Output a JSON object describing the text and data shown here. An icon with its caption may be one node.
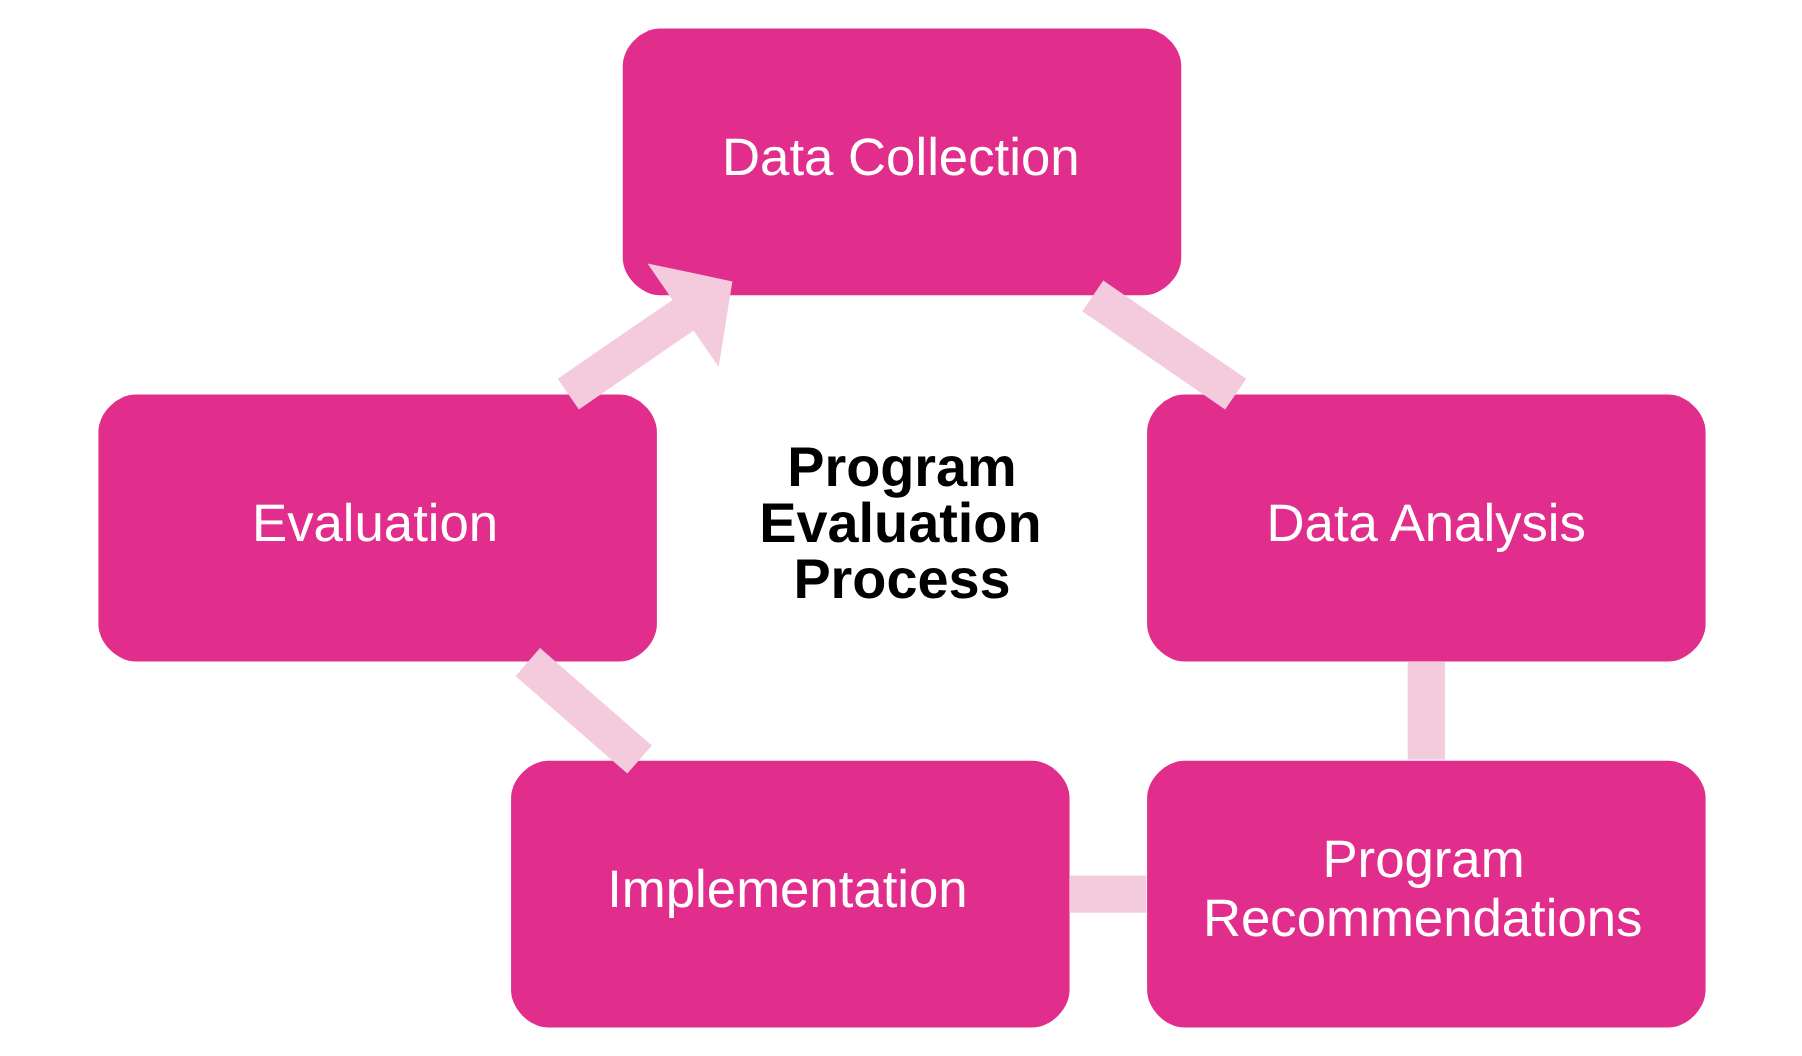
{
  "diagram": {
    "nodes": [
      {
        "text": [
          "Data Collection"
        ]
      },
      {
        "text": [
          "Data Analysis"
        ]
      },
      {
        "text": [
          "Program Recommendations"
        ]
      },
      {
        "text": [
          "Implementation"
        ]
      },
      {
        "text": [
          "Evaluation"
        ]
      }
    ],
    "edges": [
      {
        "from": 0,
        "to": 1,
        "arrow": "none"
      },
      {
        "from": 1,
        "to": 2,
        "arrow": "none"
      },
      {
        "from": 2,
        "to": 3,
        "arrow": "none"
      },
      {
        "from": 3,
        "to": 4,
        "arrow": "none"
      },
      {
        "from": 4,
        "to": 0,
        "arrow": "to"
      }
    ],
    "labels": [
      "Program Evaluation Process"
    ]
  }
}
